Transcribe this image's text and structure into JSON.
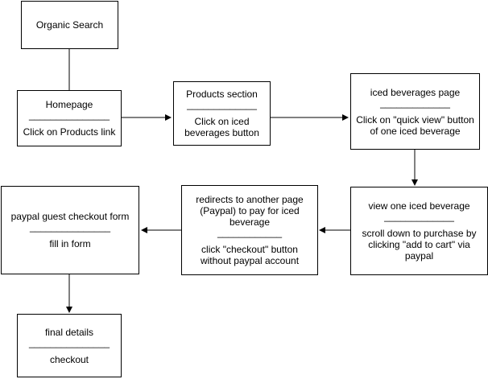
{
  "nodes": {
    "organic_search": {
      "title": "Organic Search"
    },
    "homepage": {
      "title": "Homepage",
      "divider": "_______________",
      "action": "Click on Products link"
    },
    "products_section": {
      "title": "Products section",
      "divider": "_____________",
      "action": "Click on iced beverages button"
    },
    "iced_beverages_page": {
      "title": "iced beverages page",
      "divider": "_____________",
      "action": "Click on \"quick view\" button of one iced beverage"
    },
    "view_iced_beverage": {
      "title": "view one iced beverage",
      "divider": "_____________",
      "action": "scroll down to purchase by clicking \"add to cart\" via paypal"
    },
    "redirect_paypal": {
      "title": "redirects to another page (Paypal) to pay for iced beverage",
      "divider": "____________",
      "action": "click \"checkout\" button without paypal account"
    },
    "paypal_guest_form": {
      "title": "paypal guest checkout form",
      "divider": "_______________",
      "action": "fill in form"
    },
    "final_details": {
      "title": "final details",
      "divider": "_______________",
      "action": "checkout"
    }
  },
  "edges": [
    {
      "from": "organic_search",
      "to": "homepage",
      "arrow": false
    },
    {
      "from": "homepage",
      "to": "products_section",
      "arrow": true
    },
    {
      "from": "products_section",
      "to": "iced_beverages_page",
      "arrow": true
    },
    {
      "from": "iced_beverages_page",
      "to": "view_iced_beverage",
      "arrow": true
    },
    {
      "from": "view_iced_beverage",
      "to": "redirect_paypal",
      "arrow": true
    },
    {
      "from": "redirect_paypal",
      "to": "paypal_guest_form",
      "arrow": true
    },
    {
      "from": "paypal_guest_form",
      "to": "final_details",
      "arrow": true
    }
  ]
}
